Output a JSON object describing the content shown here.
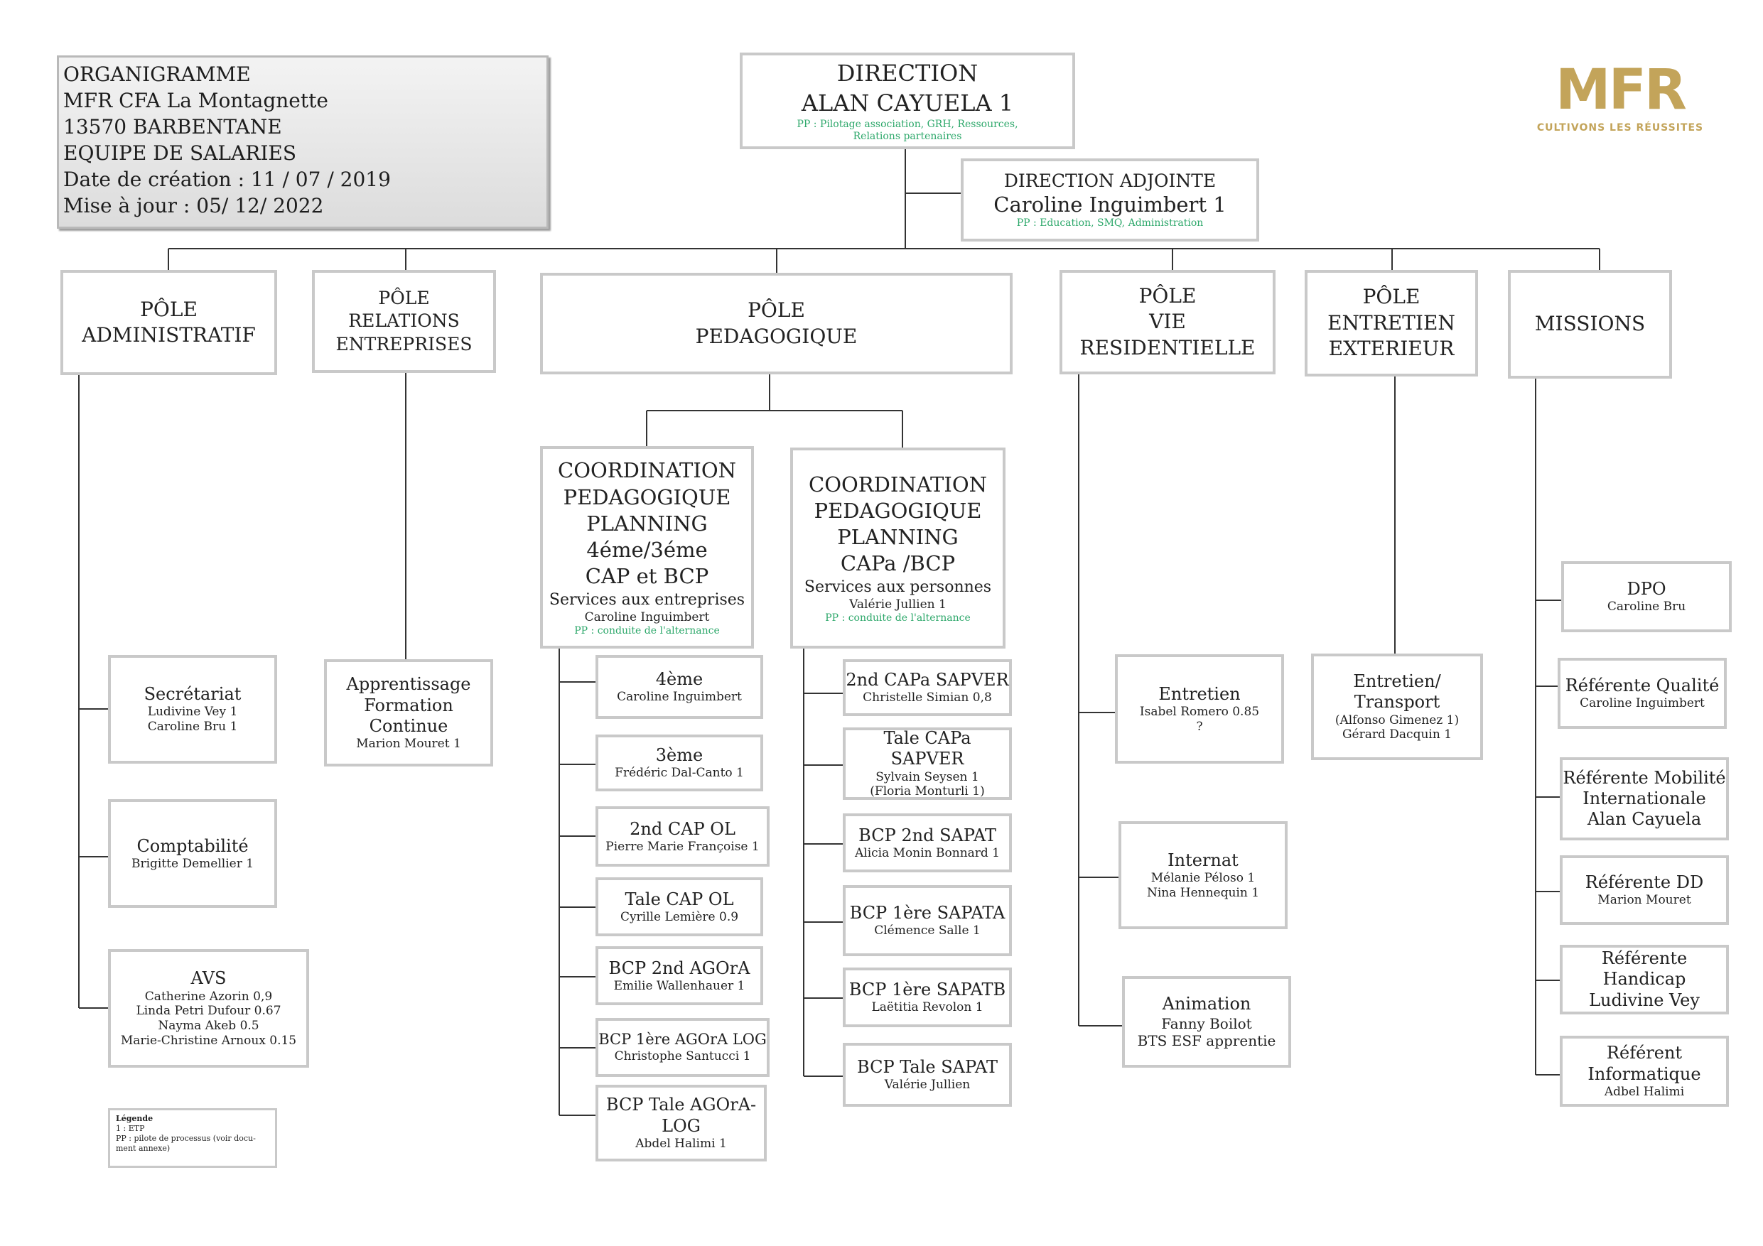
{
  "header": {
    "line1": "ORGANIGRAMME",
    "line2": "MFR  CFA La Montagnette",
    "line3": "13570 BARBENTANE",
    "line4": "EQUIPE DE SALARIES",
    "line5": "Date de création : 11 / 07 / 2019",
    "line6": "Mise à jour : 05/ 12/ 2022"
  },
  "logo": {
    "mark": "MFR",
    "tagline": "CULTIVONS LES RÉUSSITES",
    "color": "#c3a45a"
  },
  "colors": {
    "pp_text": "#2ea86b",
    "box_border": "#c9c9c9",
    "line": "#333333"
  },
  "direction": {
    "title": "DIRECTION",
    "name": "ALAN CAYUELA 1",
    "pp": "PP : Pilotage association, GRH, Ressources,",
    "pp2": "Relations partenaires"
  },
  "direction_adjointe": {
    "title": "DIRECTION ADJOINTE",
    "name": "Caroline Inguimbert 1",
    "pp": "PP : Education, SMQ, Administration"
  },
  "poles": {
    "administratif": {
      "l1": "PÔLE",
      "l2": "ADMINISTRATIF"
    },
    "relations": {
      "l1": "PÔLE",
      "l2": "RELATIONS",
      "l3": "ENTREPRISES"
    },
    "pedagogique": {
      "l1": "PÔLE",
      "l2": "PEDAGOGIQUE"
    },
    "vie": {
      "l1": "PÔLE",
      "l2": "VIE RESIDENTIELLE"
    },
    "entretien": {
      "l1": "PÔLE",
      "l2": "ENTRETIEN",
      "l3": "EXTERIEUR"
    },
    "missions": {
      "l1": "MISSIONS"
    }
  },
  "administratif": {
    "secretariat": {
      "title": "Secrétariat",
      "n1": "Ludivine Vey 1",
      "n2": "Caroline Bru 1"
    },
    "comptabilite": {
      "title": "Comptabilité",
      "n1": "Brigitte Demellier 1"
    },
    "avs": {
      "title": "AVS",
      "n1": "Catherine Azorin 0,9",
      "n2": "Linda Petri Dufour 0.67",
      "n3": "Nayma  Akeb 0.5",
      "n4": "Marie-Christine Arnoux 0.15"
    }
  },
  "relations": {
    "apprentissage": {
      "l1": "Apprentissage",
      "l2": "Formation",
      "l3": "Continue",
      "n1": "Marion Mouret 1"
    }
  },
  "coord1": {
    "l1": "COORDINATION",
    "l2": "PEDAGOGIQUE",
    "l3": "PLANNING",
    "l4": "4éme/3éme",
    "l5": "CAP et BCP",
    "sub": "Services aux entreprises",
    "name": "Caroline Inguimbert",
    "pp": "PP : conduite de l'alternance"
  },
  "coord2": {
    "l1": "COORDINATION",
    "l2": "PEDAGOGIQUE",
    "l3": "PLANNING",
    "l4": "CAPa /BCP",
    "sub": "Services aux personnes",
    "name": "Valérie Jullien 1",
    "pp": "PP : conduite de l'alternance"
  },
  "classes1": [
    {
      "title": "4ème",
      "n1": "Caroline Inguimbert"
    },
    {
      "title": "3ème",
      "n1": "Frédéric Dal-Canto 1"
    },
    {
      "title": "2nd CAP OL",
      "n1": "Pierre Marie Françoise 1"
    },
    {
      "title": "Tale CAP OL",
      "n1": "Cyrille Lemière 0.9"
    },
    {
      "title": "BCP 2nd AGOrA",
      "n1": "Emilie Wallenhauer 1"
    },
    {
      "title": "BCP 1ère AGOrA LOG",
      "n1": "Christophe Santucci 1"
    },
    {
      "title": "BCP Tale AGOrA-",
      "title2": "LOG",
      "n1": "Abdel Halimi 1"
    }
  ],
  "classes2": [
    {
      "title": "2nd CAPa SAPVER",
      "n1": "Christelle Simian 0,8"
    },
    {
      "title": "Tale CAPa SAPVER",
      "n1": "Sylvain Seysen 1",
      "n2": "(Floria Monturli 1)"
    },
    {
      "title": "BCP 2nd SAPAT",
      "n1": "Alicia Monin Bonnard 1"
    },
    {
      "title": "BCP 1ère  SAPATA",
      "n1": "Clémence Salle  1"
    },
    {
      "title": "BCP 1ère  SAPATB",
      "n1": "Laëtitia Revolon 1"
    },
    {
      "title": "BCP Tale SAPAT",
      "n1": "Valérie Jullien"
    }
  ],
  "vie": {
    "entretien": {
      "title": "Entretien",
      "n1": "Isabel Romero 0.85",
      "n2": "?"
    },
    "internat": {
      "title": "Internat",
      "n1": "Mélanie Péloso 1",
      "n2": "Nina Hennequin 1"
    },
    "animation": {
      "title": "Animation",
      "n1": "Fanny Boilot",
      "n2": "BTS ESF apprentie"
    }
  },
  "exterieur": {
    "transport": {
      "title": "Entretien/ Transport",
      "n1": "(Alfonso Gimenez 1)",
      "n2": "Gérard Dacquin 1"
    }
  },
  "missions": {
    "dpo": {
      "title": "DPO",
      "n1": "Caroline Bru"
    },
    "qualite": {
      "title": "Référente Qualité",
      "n1": "Caroline Inguimbert"
    },
    "mobilite": {
      "l1": "Référente Mobilité",
      "l2": "Internationale",
      "l3": "Alan Cayuela"
    },
    "dd": {
      "title": "Référente DD",
      "n1": "Marion Mouret"
    },
    "handicap": {
      "l1": "Référente Handicap",
      "l2": "Ludivine Vey"
    },
    "informatique": {
      "l1": "Référent",
      "l2": "Informatique",
      "n1": "Adbel Halimi"
    }
  },
  "legend": {
    "title": "Légende",
    "l1": "1 : ETP",
    "l2": "PP : pilote de processus (voir docu-",
    "l3": "ment annexe)"
  }
}
